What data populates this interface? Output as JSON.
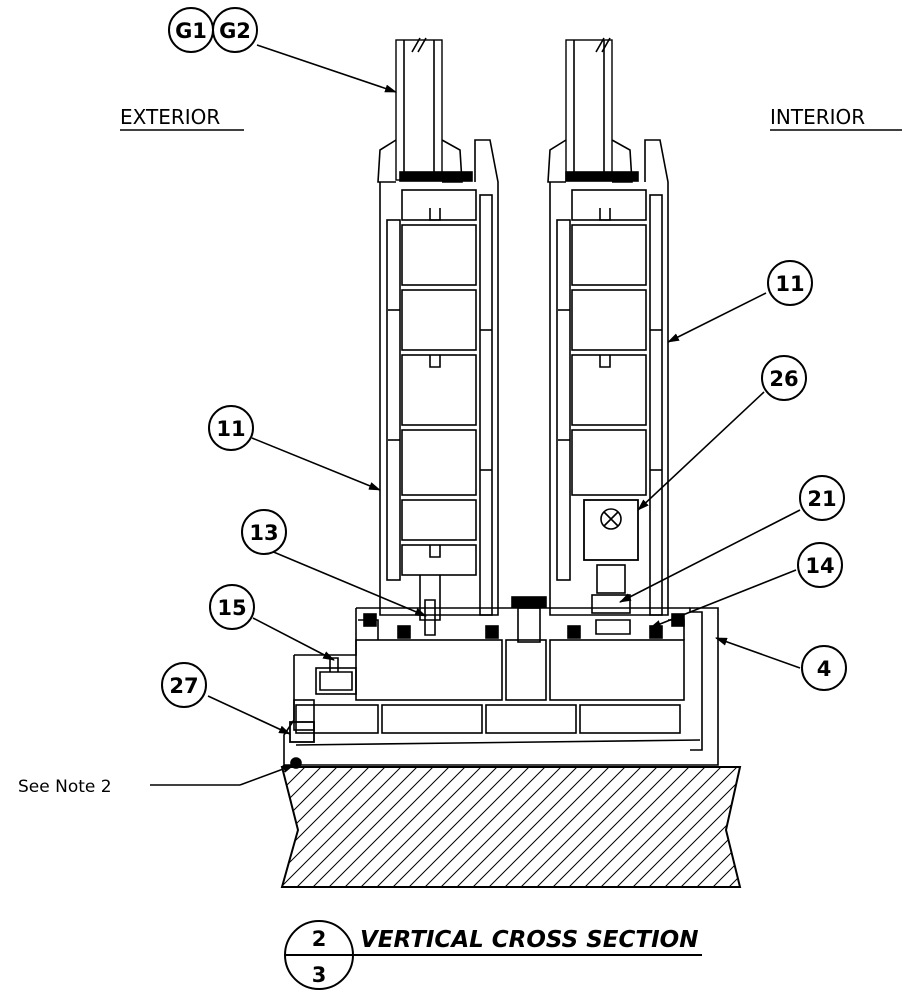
{
  "labels": {
    "exterior": "EXTERIOR",
    "interior": "INTERIOR",
    "note": "See Note 2"
  },
  "callouts": {
    "g1": "G1",
    "g2": "G2",
    "c11a": "11",
    "c11b": "11",
    "c26": "26",
    "c21": "21",
    "c13": "13",
    "c14": "14",
    "c15": "15",
    "c4": "4",
    "c27": "27"
  },
  "title": {
    "number": "2",
    "sheet": "3",
    "text": "VERTICAL CROSS SECTION"
  }
}
